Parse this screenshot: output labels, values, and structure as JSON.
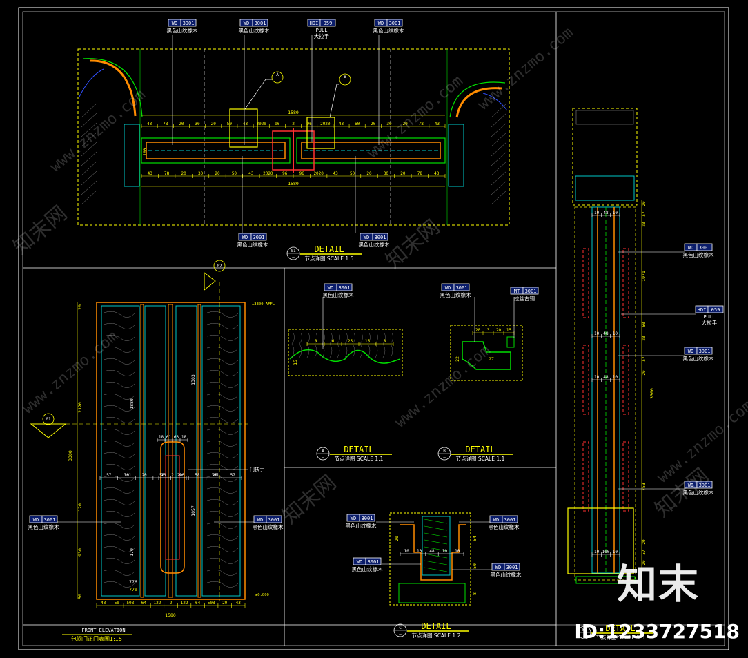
{
  "colors": {
    "bg": "#000000",
    "frame": "#ffffff",
    "dim": "#ffff00",
    "wood": "#ff8c00",
    "core": "#00c8c8",
    "accent": "#ff3030",
    "green": "#00e000",
    "blue": "#3050ff",
    "label_fill": "#0b1d6b"
  },
  "wood_tag": {
    "code": "WD",
    "num": "3001",
    "text": "黑色山纹橡木"
  },
  "pull_tag": {
    "code": "HDI",
    "num": "059",
    "sub": "PULL",
    "text": "大拉手"
  },
  "metal_tag": {
    "code": "MT",
    "num": "3001",
    "text": "拉丝古铜"
  },
  "plan": {
    "label_no": "01",
    "title": "DETAIL",
    "subtitle": "节点详图   SCALE 1:5",
    "top_dims": [
      "43",
      "78",
      "20",
      "30",
      "20",
      "50",
      "43",
      "2020",
      "96",
      "2",
      "96",
      "2020",
      "43",
      "60",
      "20",
      "30",
      "20",
      "78",
      "43"
    ],
    "bottom_dims": [
      "43",
      "78",
      "20",
      "30",
      "20",
      "50",
      "43",
      "2020",
      "96",
      "96",
      "2020",
      "43",
      "50",
      "20",
      "30",
      "20",
      "78",
      "43"
    ],
    "overall_top": "1580",
    "overall_bottom": "1580",
    "callout_a": "A",
    "callout_b": "B",
    "side_dim": "100"
  },
  "elevation": {
    "section_label": "02",
    "section_label_left": "01",
    "title": "FRONT ELEVATION",
    "subtitle": "包间门正门表图1:15",
    "level_top": "±3300 AFFL",
    "level_bottom": "±0.000",
    "handle_label": "门扶手",
    "left_dims": [
      "2120",
      "3300",
      "930",
      "20",
      "120",
      "50"
    ],
    "inner_dims": [
      "1880",
      "1303",
      "1057",
      "170",
      "776",
      "770"
    ],
    "mid_dims": [
      "57",
      "20",
      "20",
      "58",
      "20",
      "58",
      "20",
      "57"
    ],
    "mid_dims2": [
      "361",
      "361"
    ],
    "top_small": [
      "18",
      "61",
      "63",
      "18"
    ],
    "mid_small": [
      "96",
      "2",
      "96"
    ],
    "bottom_dims": [
      "43",
      "50",
      "508",
      "64",
      "122",
      "2",
      "122",
      "64",
      "508",
      "20",
      "43"
    ],
    "overall_width": "1580"
  },
  "detail_a": {
    "letter": "A",
    "title": "DETAIL",
    "subtitle": "节点详图   SCALE 1:1",
    "dims": [
      "8",
      "6",
      "25",
      "15",
      "8"
    ],
    "side": "15"
  },
  "detail_b": {
    "letter": "B",
    "title": "DETAIL",
    "subtitle": "节点详图   SCALE 1:1",
    "dims": [
      "20",
      "3",
      "20",
      "15",
      "22",
      "27"
    ]
  },
  "detail_c": {
    "letter": "C",
    "title": "DETAIL",
    "subtitle": "节点详图   SCALE 1:2",
    "dims": [
      "10",
      "10",
      "48",
      "10",
      "10"
    ],
    "side": [
      "20",
      "54",
      "50",
      "8"
    ]
  },
  "section": {
    "label_no": "02",
    "title": "DETAIL",
    "subtitle": "节点详图   SCALE 1:5",
    "dims": [
      "1971",
      "3300",
      "753",
      "20",
      "57",
      "20",
      "50",
      "20",
      "57",
      "20"
    ],
    "small": [
      "10",
      "48",
      "10",
      "10",
      "48",
      "10",
      "10",
      "48",
      "10",
      "10",
      "100",
      "10"
    ]
  },
  "watermark": {
    "site": "www.znzmo.com",
    "brand": "知末网",
    "logo": "知末",
    "id": "ID:1233727518"
  }
}
